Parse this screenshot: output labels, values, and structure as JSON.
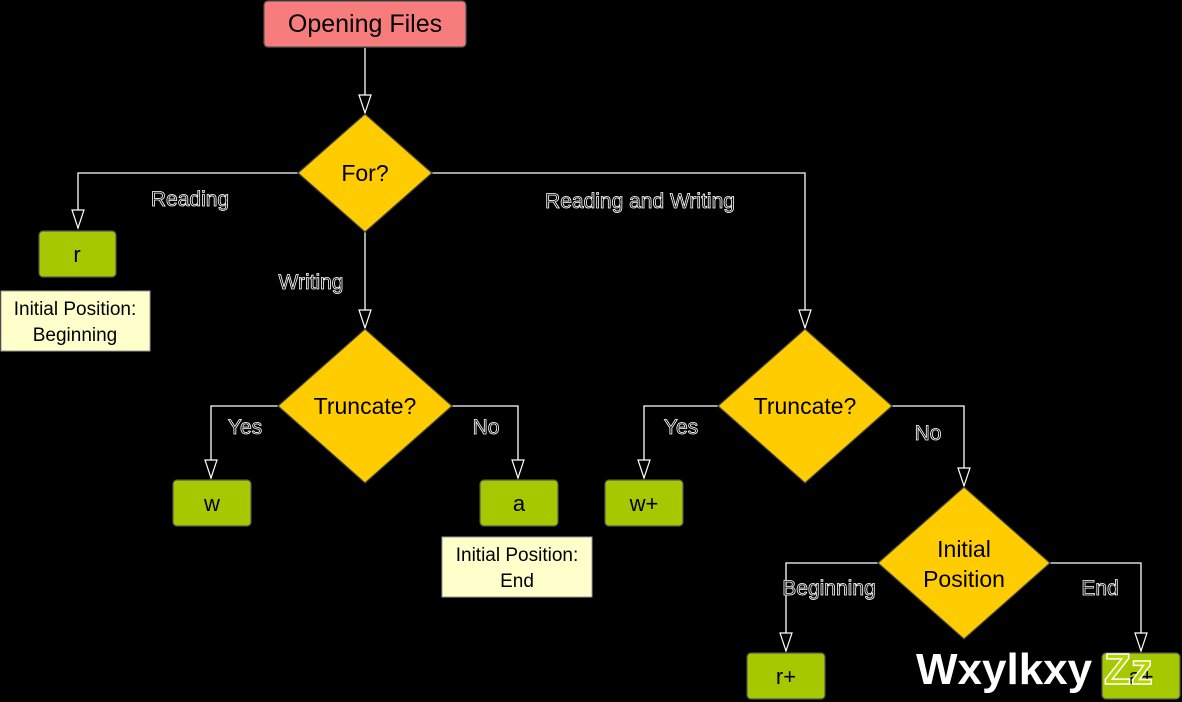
{
  "title": "Opening Files",
  "decisions": {
    "for": "For?",
    "truncate_writing": "Truncate?",
    "truncate_rw": "Truncate?",
    "initial_position": [
      "Initial",
      "Position"
    ]
  },
  "modes": {
    "r": "r",
    "w": "w",
    "a": "a",
    "w_plus": "w+",
    "r_plus": "r+",
    "a_plus": "a+"
  },
  "notes": {
    "r_position": [
      "Initial Position:",
      "Beginning"
    ],
    "a_position": [
      "Initial Position:",
      "End"
    ]
  },
  "edge_labels": {
    "reading": "Reading",
    "writing": "Writing",
    "reading_and_writing": "Reading and Writing",
    "yes_left": "Yes",
    "no_left": "No",
    "yes_right": "Yes",
    "no_right": "No",
    "beginning": "Beginning",
    "end": "End"
  },
  "watermark": {
    "main": "Wxylkxy",
    "tail": "Zz"
  },
  "colors": {
    "background": "#000000",
    "start": "#f77c7c",
    "decision": "#ffcc00",
    "mode": "#a5c800",
    "note": "#ffffcc",
    "line": "#ffffff"
  }
}
